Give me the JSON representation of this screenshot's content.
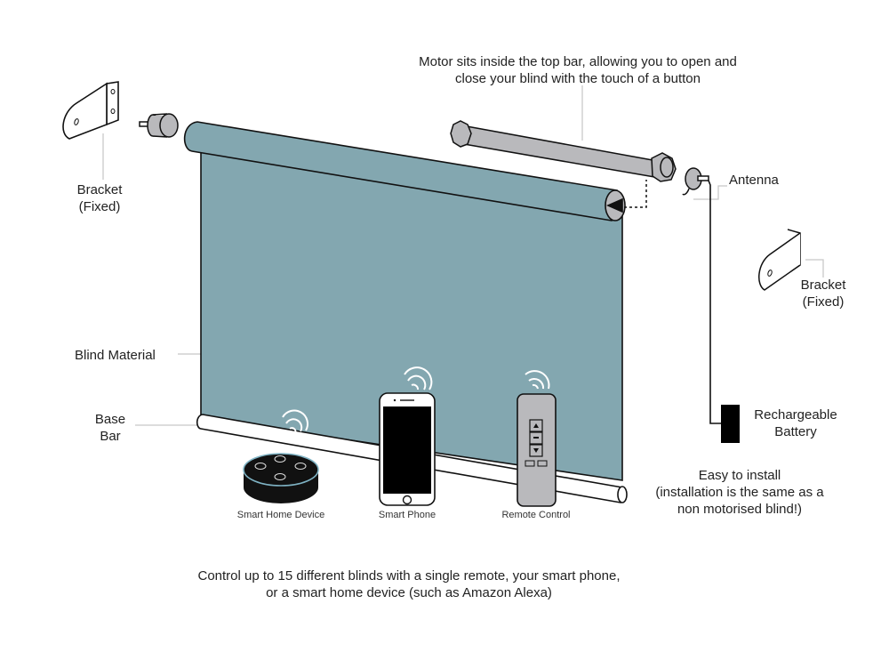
{
  "colors": {
    "blind_fabric": "#83a7b0",
    "motor_grey": "#b9b9bc",
    "outline": "#111111",
    "leader_line": "#c8c8c8",
    "device_black": "#000000"
  },
  "labels": {
    "motor": [
      "Motor sits inside the top bar, allowing you to open and",
      "close your blind with the touch of a button"
    ],
    "bracket_left": [
      "Bracket",
      "(Fixed)"
    ],
    "bracket_right": [
      "Bracket",
      "(Fixed)"
    ],
    "antenna": "Antenna",
    "blind_material": "Blind Material",
    "base_bar": [
      "Base",
      "Bar"
    ],
    "battery": [
      "Rechargeable",
      "Battery"
    ],
    "install": [
      "Easy to install",
      "(installation is the same as a",
      "non motorised blind!)"
    ],
    "footer": [
      "Control up to 15 different blinds with a single remote, your smart phone,",
      "or a smart home device (such as Amazon Alexa)"
    ]
  },
  "devices": [
    {
      "name": "Smart Home Device",
      "icon": "smart-speaker-icon"
    },
    {
      "name": "Smart Phone",
      "icon": "smartphone-icon"
    },
    {
      "name": "Remote Control",
      "icon": "remote-control-icon"
    }
  ],
  "remote_buttons": [
    "up",
    "stop",
    "down",
    "channel-left",
    "channel-right"
  ]
}
